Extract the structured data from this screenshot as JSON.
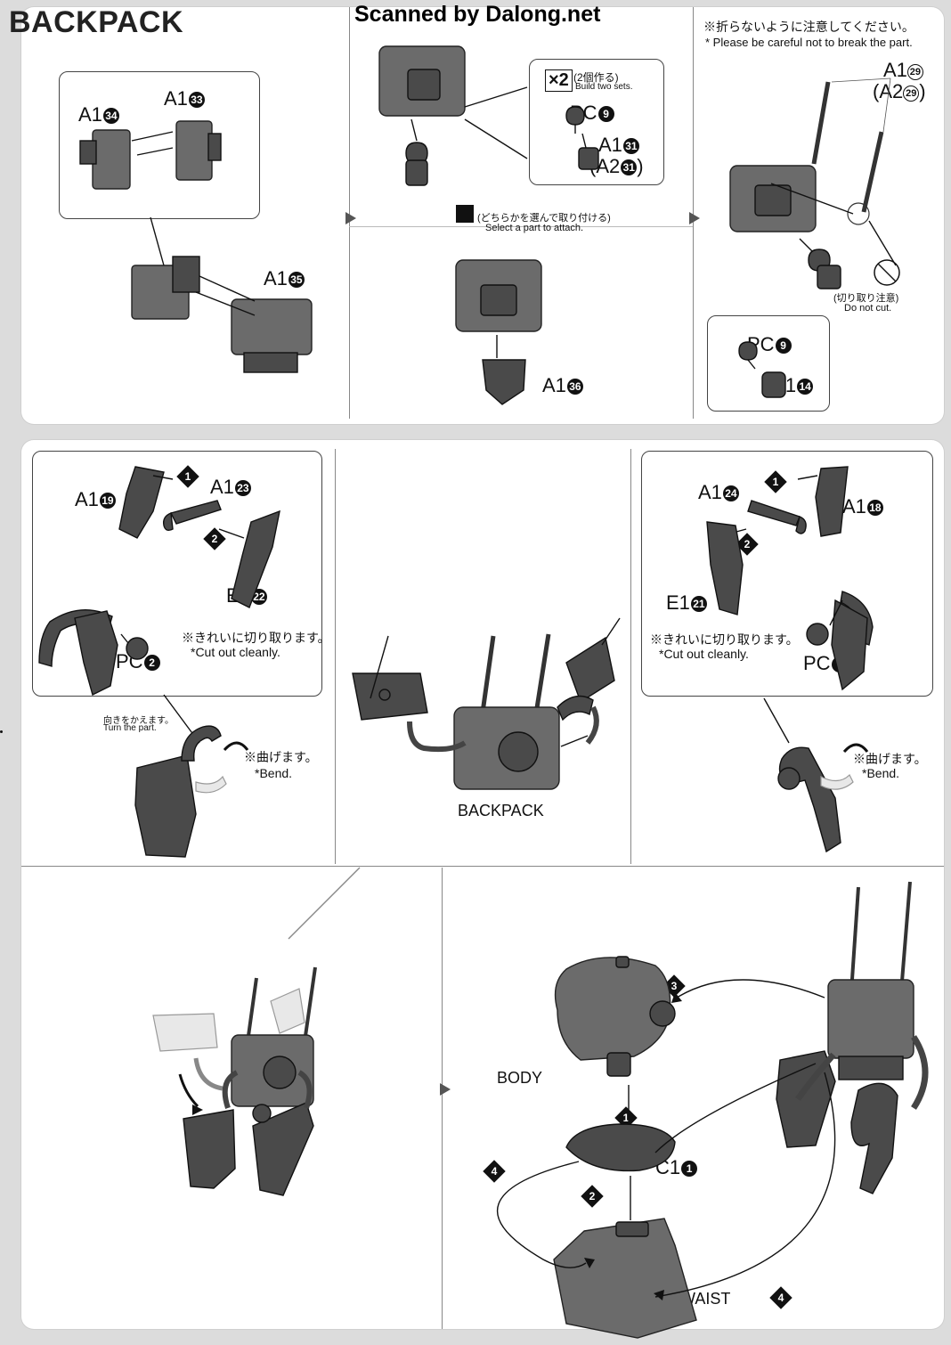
{
  "header": {
    "title": "BACKPACK",
    "scan_credit": "Scanned by Dalong.net"
  },
  "panel1": {
    "step1": {
      "part_a": "A1",
      "part_a_no": "34",
      "part_b": "A1",
      "part_b_no": "33",
      "part_c": "A1",
      "part_c_no": "35"
    },
    "step2": {
      "multiplier": "×2",
      "build_jp": "(2個作る)",
      "build_en": "Build two sets.",
      "pc": "PC",
      "pc_no": "9",
      "part": "A1",
      "part_no": "31",
      "alt": "(A2",
      "alt_no": "31",
      "alt_close": ")",
      "select_jp": "(どちらかを選んで取り付ける)",
      "select_en": "Select a part to attach.",
      "bottom_part": "A1",
      "bottom_part_no": "36"
    },
    "step3": {
      "warn_jp": "※折らないように注意してください。",
      "warn_en": "* Please be careful not to break the part.",
      "part": "A1",
      "part_no": "29",
      "alt": "(A2",
      "alt_no": "29",
      "alt_close": ")",
      "nocut_jp": "(切り取り注意)",
      "nocut_en": "Do not cut.",
      "pc": "PC",
      "pc_no": "9",
      "c1": "C1",
      "c1_no": "14"
    }
  },
  "panel2": {
    "left": {
      "part_a": "A1",
      "part_a_no": "19",
      "part_b": "A1",
      "part_b_no": "23",
      "part_e": "E1",
      "part_e_no": "22",
      "cut_jp": "※きれいに切り取ります。",
      "cut_en": "*Cut out cleanly.",
      "pc": "PC",
      "pc_no": "2",
      "turn_jp": "向きをかえます。",
      "turn_en": "Turn the part.",
      "bend_jp": "※曲げます。",
      "bend_en": "*Bend."
    },
    "center": {
      "label": "BACKPACK"
    },
    "right": {
      "part_a": "A1",
      "part_a_no": "24",
      "part_b": "A1",
      "part_b_no": "18",
      "part_e": "E1",
      "part_e_no": "21",
      "cut_jp": "※きれいに切り取ります。",
      "cut_en": "*Cut out cleanly.",
      "pc": "PC",
      "pc_no": "2",
      "bend_jp": "※曲げます。",
      "bend_en": "*Bend."
    },
    "final": {
      "body": "BODY",
      "waist": "WAIST",
      "c1": "C1",
      "c1_no": "1",
      "steps": [
        "1",
        "2",
        "3",
        "4",
        "4"
      ]
    },
    "step_numbers": [
      "1",
      "2"
    ]
  }
}
